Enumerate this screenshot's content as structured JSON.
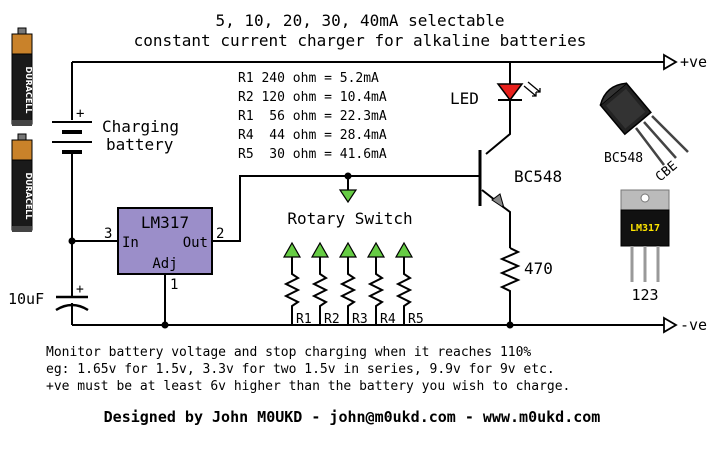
{
  "title": {
    "line1": "5, 10, 20, 30, 40mA selectable",
    "line2": "constant current charger for alkaline batteries"
  },
  "resistor_table": [
    "R1 240 ohm = 5.2mA",
    "R2 120 ohm = 10.4mA",
    "R1  56 ohm = 22.3mA",
    "R4  44 ohm = 28.4mA",
    "R5  30 ohm = 41.6mA"
  ],
  "labels": {
    "plus_ve": "+ve",
    "minus_ve": "-ve",
    "led": "LED",
    "charging_line1": "Charging",
    "charging_line2": "battery",
    "battery_plus": "+",
    "cap_plus": "+",
    "regulator": "LM317",
    "reg_in": "In",
    "reg_out": "Out",
    "reg_adj": "Adj",
    "pin_in": "3",
    "pin_out": "2",
    "pin_adj": "1",
    "transistor": "BC548",
    "resistor_470": "470",
    "rotary_switch": "Rotary Switch",
    "capacitor": "10uF",
    "r_labels": [
      "R1",
      "R2",
      "R3",
      "R4",
      "R5"
    ],
    "bc548_pkg": "BC548",
    "cbe": "CBE",
    "lm317_pkg": "LM317",
    "pkg_pins": "123",
    "duracell": "DURACELL"
  },
  "notes": [
    "Monitor battery voltage and stop charging when it reaches 110%",
    "eg: 1.65v for 1.5v, 3.3v for two 1.5v in series, 9.9v for 9v etc.",
    "+ve must be at least 6v higher than the battery you wish to charge."
  ],
  "credit": "Designed by John M0UKD - john@m0ukd.com - www.m0ukd.com",
  "colors": {
    "led": "#e8201c",
    "switch_contacts": "#66cc44",
    "regulator_body": "#9b8ec9",
    "battery_copper": "#c9822a",
    "lm317_label": "#ffe600"
  }
}
